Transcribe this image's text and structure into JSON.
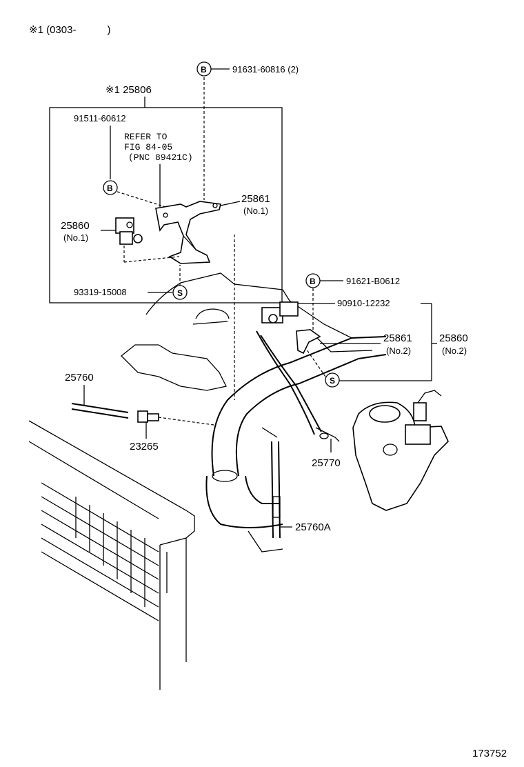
{
  "header": {
    "note": "※1 (0303-　　　)"
  },
  "callouts": {
    "bolt_top_marker": "B",
    "bolt_top_part": "91631-60816 (2)",
    "assembly_label": "※1 25806",
    "bolt_inner": "91511-60612",
    "refer_line1": "REFER TO",
    "refer_line2": "FIG 84-05",
    "refer_line3": "(PNC 89421C)",
    "marker_b_inner": "B",
    "bracket_no1": "25861",
    "bracket_no1_sub": "(No.1)",
    "vsv_no1": "25860",
    "vsv_no1_sub": "(No.1)",
    "screw_inner": "93319-15008",
    "marker_s_inner": "S",
    "bolt_right_marker": "B",
    "bolt_right_part": "91621-B0612",
    "clip_part": "90910-12232",
    "bracket_no2": "25861",
    "bracket_no2_sub": "(No.2)",
    "vsv_no2": "25860",
    "vsv_no2_sub": "(No.2)",
    "marker_s_right": "S",
    "hose_25760": "25760",
    "sensor_23265": "23265",
    "hose_25770": "25770",
    "hose_25760a": "25760A",
    "figure_number": "173752"
  }
}
